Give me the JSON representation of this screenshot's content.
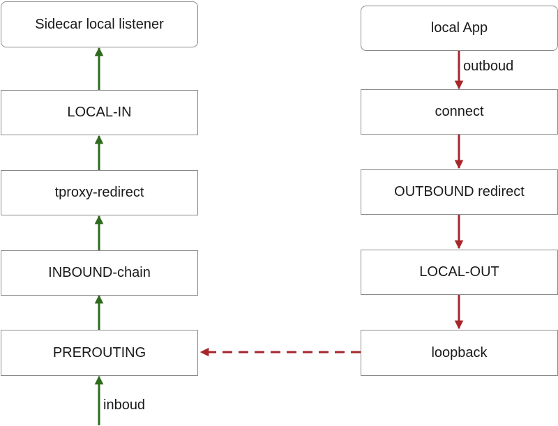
{
  "nodes": {
    "sidecar_local_listener": "Sidecar local listener",
    "local_in": "LOCAL-IN",
    "tproxy_redirect": "tproxy-redirect",
    "inbound_chain": "INBOUND-chain",
    "prerouting": "PREROUTING",
    "local_app": "local App",
    "connect": "connect",
    "outbound_redirect": "OUTBOUND redirect",
    "local_out": "LOCAL-OUT",
    "loopback": "loopback"
  },
  "edge_labels": {
    "outbound": "outboud",
    "inbound": "inboud"
  },
  "colors": {
    "inbound_arrow": "#2f6b1c",
    "outbound_arrow": "#a5262b",
    "box_border": "#8a8a8a"
  }
}
